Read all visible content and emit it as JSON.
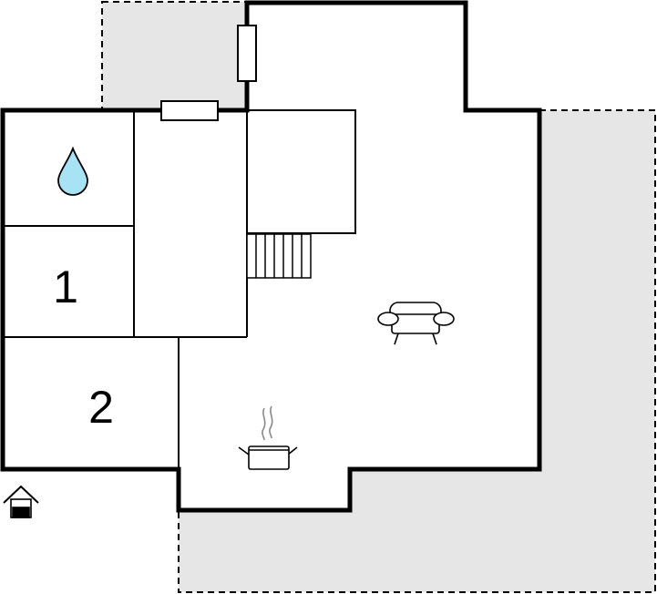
{
  "colors": {
    "wall": "#000000",
    "terrace": "#e6e6e6",
    "terrace_border": "#000000",
    "water": "#a8e3f5",
    "background": "#ffffff"
  },
  "rooms": [
    {
      "id": "bathroom",
      "label": "",
      "icon": "water-drop-icon"
    },
    {
      "id": "bedroom-1",
      "label": "1"
    },
    {
      "id": "bedroom-2",
      "label": "2"
    },
    {
      "id": "living-room",
      "label": "",
      "icon": "sofa-icon"
    },
    {
      "id": "kitchen",
      "label": "",
      "icon": "cooking-pot-icon"
    }
  ],
  "icons": [
    "water-drop-icon",
    "sofa-icon",
    "cooking-pot-icon",
    "entrance-icon",
    "staircase-icon"
  ]
}
